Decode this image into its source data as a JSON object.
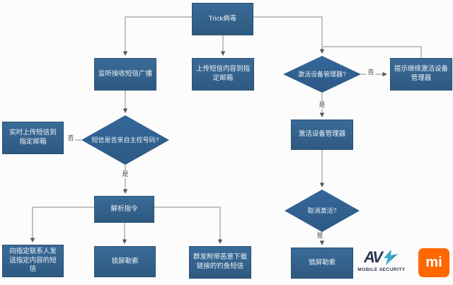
{
  "nodes": {
    "trick": {
      "label": "Trick病毒"
    },
    "listen_sms": {
      "label": "监听接收短信广播"
    },
    "upload_content": {
      "label": "上传短信内容到指定邮箱"
    },
    "activate_dm_q": {
      "label": "激活设备管理器?"
    },
    "prompt_continue": {
      "label": "提示继续激活设备管理器"
    },
    "sms_from_master_q": {
      "label": "短信是否来自主控号码?"
    },
    "realtime_upload": {
      "label": "实时上传短信到指定邮箱"
    },
    "parse_cmd": {
      "label": "解析指令"
    },
    "send_to_contacts": {
      "label": "向指定联系人发送指定内容的短信"
    },
    "lock_ransom_left": {
      "label": "锁屏勒索"
    },
    "phishing_sms": {
      "label": "群发附带恶意下载链接的钓鱼短信"
    },
    "activate_dm": {
      "label": "激活设备管理器"
    },
    "cancel_activate_q": {
      "label": "取消激活?"
    },
    "lock_ransom_right": {
      "label": "锁屏勒索"
    }
  },
  "edge_labels": {
    "activate_no": "否",
    "activate_yes": "是",
    "source_no": "否",
    "source_yes": "是",
    "cancel_yes": "是"
  },
  "logos": {
    "avl": {
      "letters": "AV",
      "caption": "MOBILE SECURITY"
    },
    "mi": {
      "text": "mi"
    }
  },
  "colors": {
    "node_fill_top": "#3a6b97",
    "node_fill_bottom": "#2e5a81",
    "node_border": "#2a5274",
    "connector": "#8a8a8a",
    "arrowhead": "#595959",
    "edge_label_text": "#4a4a4a",
    "mi_orange": "#ff6700",
    "avl_teal": "#3aa9c9",
    "avl_navy": "#2a3550",
    "background": "#fcfcfc"
  }
}
